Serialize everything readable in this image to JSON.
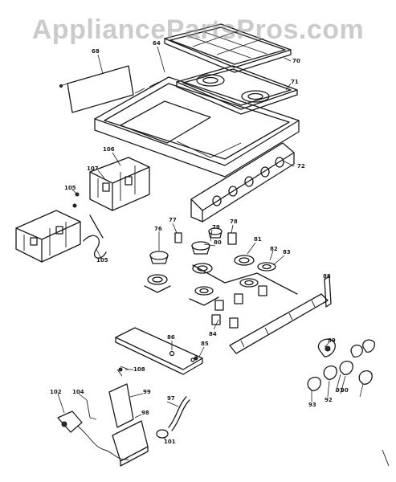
{
  "watermark": "AppliancePartsPros.com",
  "callouts": [
    {
      "id": "c64",
      "label": "64"
    },
    {
      "id": "c68",
      "label": "68"
    },
    {
      "id": "c70",
      "label": "70"
    },
    {
      "id": "c71",
      "label": "71"
    },
    {
      "id": "c72",
      "label": "72"
    },
    {
      "id": "c106",
      "label": "106"
    },
    {
      "id": "c107",
      "label": "107"
    },
    {
      "id": "c105a",
      "label": "105"
    },
    {
      "id": "c105b",
      "label": "105"
    },
    {
      "id": "c77",
      "label": "77"
    },
    {
      "id": "c78",
      "label": "78"
    },
    {
      "id": "c79",
      "label": "79"
    },
    {
      "id": "c76",
      "label": "76"
    },
    {
      "id": "c80",
      "label": "80"
    },
    {
      "id": "c81",
      "label": "81"
    },
    {
      "id": "c82",
      "label": "82"
    },
    {
      "id": "c83",
      "label": "83"
    },
    {
      "id": "c84",
      "label": "84"
    },
    {
      "id": "c85",
      "label": "85"
    },
    {
      "id": "c86",
      "label": "86"
    },
    {
      "id": "c88",
      "label": "88"
    },
    {
      "id": "c89",
      "label": "89"
    },
    {
      "id": "c90",
      "label": "90"
    },
    {
      "id": "c91",
      "label": "91"
    },
    {
      "id": "c92",
      "label": "92"
    },
    {
      "id": "c93",
      "label": "93"
    },
    {
      "id": "c97",
      "label": "97"
    },
    {
      "id": "c98",
      "label": "98"
    },
    {
      "id": "c99",
      "label": "99"
    },
    {
      "id": "c101",
      "label": "101"
    },
    {
      "id": "c102",
      "label": "102"
    },
    {
      "id": "c104",
      "label": "104"
    },
    {
      "id": "c108",
      "label": "108"
    }
  ]
}
